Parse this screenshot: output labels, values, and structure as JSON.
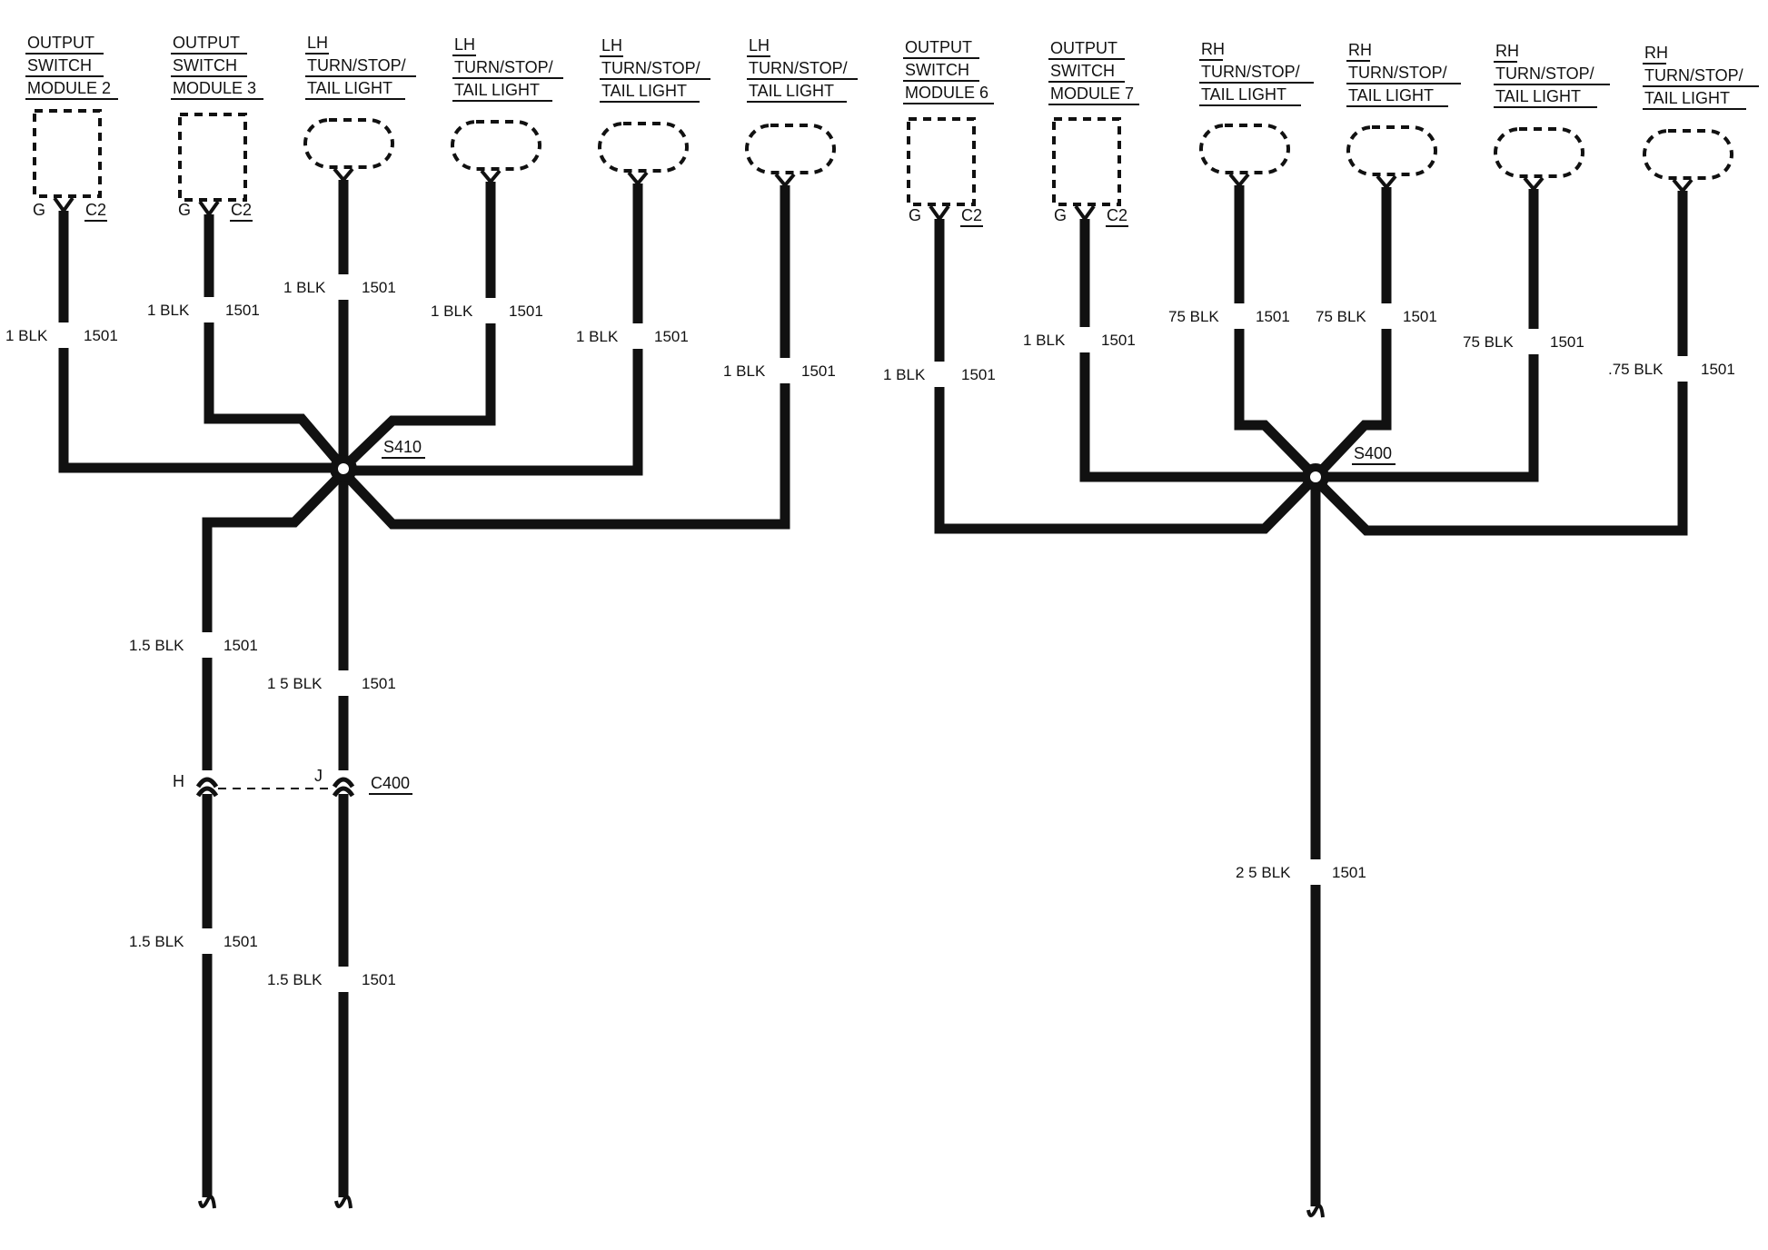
{
  "components": {
    "osm2": {
      "line1": "OUTPUT",
      "line2": "SWITCH",
      "line3": "MODULE 2",
      "pin": "G",
      "connector": "C2"
    },
    "osm3": {
      "line1": "OUTPUT",
      "line2": "SWITCH",
      "line3": "MODULE 3",
      "pin": "G",
      "connector": "C2"
    },
    "lh1": {
      "line1": "LH",
      "line2": "TURN/STOP/",
      "line3": "TAIL LIGHT"
    },
    "lh2": {
      "line1": "LH",
      "line2": "TURN/STOP/",
      "line3": "TAIL LIGHT"
    },
    "lh3": {
      "line1": "LH",
      "line2": "TURN/STOP/",
      "line3": "TAIL LIGHT"
    },
    "lh4": {
      "line1": "LH",
      "line2": "TURN/STOP/",
      "line3": "TAIL LIGHT"
    },
    "osm6": {
      "line1": "OUTPUT",
      "line2": "SWITCH",
      "line3": "MODULE 6",
      "pin": "G",
      "connector": "C2"
    },
    "osm7": {
      "line1": "OUTPUT",
      "line2": "SWITCH",
      "line3": "MODULE 7",
      "pin": "G",
      "connector": "C2"
    },
    "rh1": {
      "line1": "RH",
      "line2": "TURN/STOP/",
      "line3": "TAIL LIGHT"
    },
    "rh2": {
      "line1": "RH",
      "line2": "TURN/STOP/",
      "line3": "TAIL LIGHT"
    },
    "rh3": {
      "line1": "RH",
      "line2": "TURN/STOP/",
      "line3": "TAIL LIGHT"
    },
    "rh4": {
      "line1": "RH",
      "line2": "TURN/STOP/",
      "line3": "TAIL LIGHT"
    }
  },
  "wires": {
    "osm2": {
      "gauge": "1 BLK",
      "circuit": "1501"
    },
    "osm3": {
      "gauge": "1 BLK",
      "circuit": "1501"
    },
    "lh1": {
      "gauge": "1 BLK",
      "circuit": "1501"
    },
    "lh2": {
      "gauge": "1 BLK",
      "circuit": "1501"
    },
    "lh3": {
      "gauge": "1 BLK",
      "circuit": "1501"
    },
    "lh4": {
      "gauge": "1 BLK",
      "circuit": "1501"
    },
    "s410_left_upper": {
      "gauge": "1.5 BLK",
      "circuit": "1501"
    },
    "s410_center_upper": {
      "gauge": "1 5 BLK",
      "circuit": "1501"
    },
    "s410_left_lower": {
      "gauge": "1.5 BLK",
      "circuit": "1501"
    },
    "s410_center_lower": {
      "gauge": "1.5 BLK",
      "circuit": "1501"
    },
    "osm6": {
      "gauge": "1 BLK",
      "circuit": "1501"
    },
    "osm7": {
      "gauge": "1 BLK",
      "circuit": "1501"
    },
    "rh1": {
      "gauge": "75 BLK",
      "circuit": "1501"
    },
    "rh2": {
      "gauge": "75 BLK",
      "circuit": "1501"
    },
    "rh3": {
      "gauge": "75 BLK",
      "circuit": "1501"
    },
    "rh4": {
      "gauge": ".75 BLK",
      "circuit": "1501"
    },
    "s400_down": {
      "gauge": "2 5 BLK",
      "circuit": "1501"
    }
  },
  "splices": {
    "s410": "S410",
    "s400": "S400"
  },
  "connector_c400": {
    "name": "C400",
    "pin_h": "H",
    "pin_j": "J"
  }
}
